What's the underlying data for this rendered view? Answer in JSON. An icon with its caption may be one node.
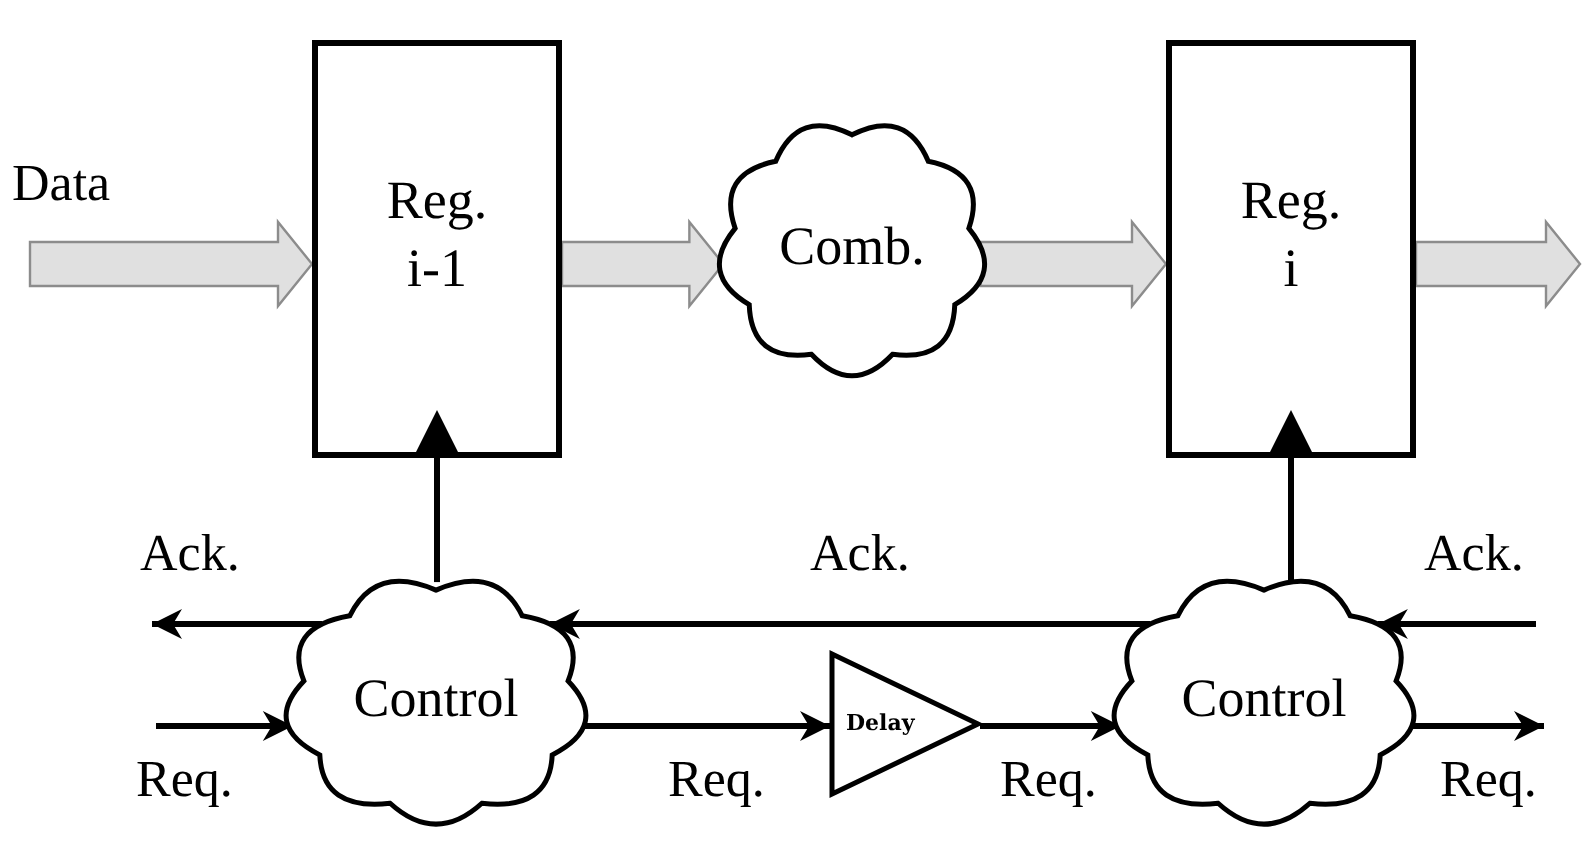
{
  "diagram": {
    "nodes": [
      {
        "text": [
          "Reg. i-1"
        ]
      },
      {
        "text": [
          "Comb."
        ]
      },
      {
        "text": [
          "Reg. i"
        ]
      },
      {
        "text": [
          "Control"
        ]
      },
      {
        "text": [
          "Delay"
        ]
      },
      {
        "text": [
          "Control"
        ]
      }
    ],
    "edges": [
      {
        "from": null,
        "to": 0,
        "arrow": "to",
        "label": "Data",
        "style": "thick",
        "color": "#e0e0e0"
      },
      {
        "from": 0,
        "to": 1,
        "arrow": "to",
        "style": "thick",
        "color": "#e0e0e0"
      },
      {
        "from": 1,
        "to": 2,
        "arrow": "to",
        "style": "thick",
        "color": "#e0e0e0"
      },
      {
        "from": 2,
        "to": null,
        "arrow": "to",
        "style": "thick",
        "color": "#e0e0e0"
      },
      {
        "from": 3,
        "to": 0,
        "arrow": "to"
      },
      {
        "from": 5,
        "to": 2,
        "arrow": "to"
      },
      {
        "from": 5,
        "to": 3,
        "arrow": "to",
        "label": "Ack."
      },
      {
        "from": 3,
        "to": null,
        "arrow": "to",
        "label": "Ack."
      },
      {
        "from": null,
        "to": 5,
        "arrow": "to",
        "label": "Ack."
      },
      {
        "from": null,
        "to": 3,
        "arrow": "to",
        "label": "Req."
      },
      {
        "from": 3,
        "to": 4,
        "arrow": "to",
        "label": "Req."
      },
      {
        "from": 4,
        "to": 5,
        "arrow": "to",
        "label": "Req."
      },
      {
        "from": 5,
        "to": null,
        "arrow": "to",
        "label": "Req."
      }
    ]
  }
}
